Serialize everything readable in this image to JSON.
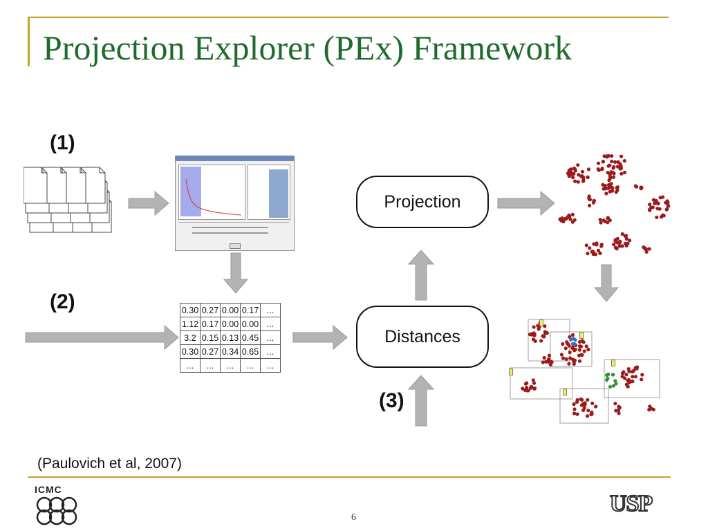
{
  "slide": {
    "title": "Projection Explorer (PEx) Framework",
    "citation": "(Paulovich et al, 2007)",
    "page_number": "6"
  },
  "diagram": {
    "labels": [
      "(1)",
      "(2)",
      "(3)"
    ],
    "boxes": {
      "projection": "Projection",
      "distances": "Distances"
    },
    "matrix": [
      [
        "0.30",
        "0.27",
        "0.00",
        "0.17",
        "..."
      ],
      [
        "1.12",
        "0.17",
        "0.00",
        "0.00",
        "..."
      ],
      [
        "3.2",
        "0.15",
        "0.13",
        "0.45",
        "..."
      ],
      [
        "0.30",
        "0.27",
        "0.34",
        "0.65",
        "..."
      ],
      [
        "...",
        "...",
        "...",
        "...",
        "..."
      ]
    ]
  },
  "logos": {
    "left": "ICMC",
    "right": "USP"
  },
  "colors": {
    "title": "#1f6b2c",
    "accent_line": "#c8a02a",
    "arrow": "#b3b3b3",
    "cluster_point": "#9b1b1b"
  }
}
